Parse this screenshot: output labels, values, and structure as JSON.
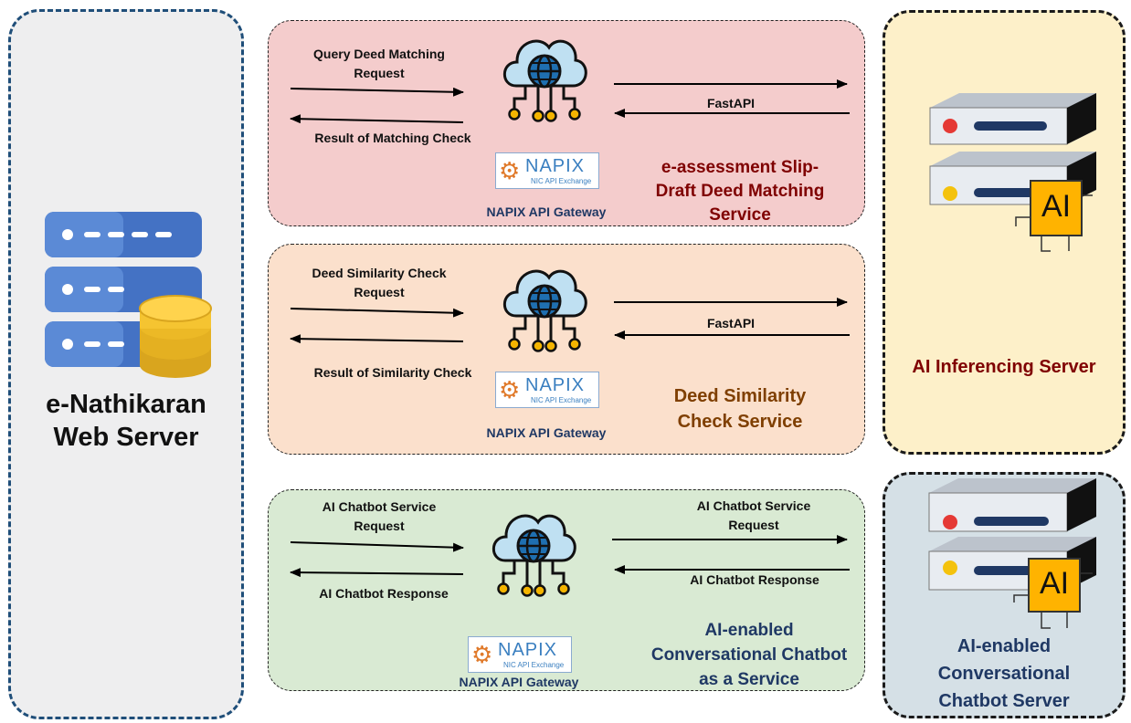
{
  "web_server": {
    "title_line1": "e-Nathikaran",
    "title_line2": "Web Server"
  },
  "services": [
    {
      "request_line1": "Query Deed Matching",
      "request_line2": "Request",
      "response_label": "Result of Matching Check",
      "api_label": "FastAPI",
      "gateway_label": "NAPIX API Gateway",
      "name_line1": "e-assessment Slip-",
      "name_line2": "Draft Deed Matching",
      "name_line3": "Service"
    },
    {
      "request_line1": "Deed Similarity Check",
      "request_line2": "Request",
      "response_label": "Result of Similarity Check",
      "api_label": "FastAPI",
      "gateway_label": "NAPIX API Gateway",
      "name_line1": "Deed Similarity",
      "name_line2": "Check Service"
    },
    {
      "request_line1": "AI Chatbot Service",
      "request_line2": "Request",
      "response_label": "AI Chatbot Response",
      "api_request_line1": "AI Chatbot Service",
      "api_request_line2": "Request",
      "api_response_label": "AI Chatbot Response",
      "gateway_label": "NAPIX API Gateway",
      "name_line1": "AI-enabled",
      "name_line2": "Conversational Chatbot",
      "name_line3": "as a Service"
    }
  ],
  "inference_server": {
    "title": "AI Inferencing Server",
    "badge": "AI"
  },
  "chatbot_server": {
    "title_line1": "AI-enabled",
    "title_line2": "Conversational",
    "title_line3": "Chatbot Server",
    "badge": "AI"
  },
  "napix_logo": {
    "word": "NAPIX",
    "caption": "NIC API Exchange"
  },
  "colors": {
    "web_server_bg": "#eeeeef",
    "web_server_border": "#1f4e79",
    "service1_bg": "#f4cccc",
    "service2_bg": "#fbe0cc",
    "service3_bg": "#d9ead3",
    "inference_bg": "#fdf0c9",
    "chatbot_bg": "#d5e0e6",
    "dark_red": "#7f0000",
    "brown": "#7f3f00",
    "navy": "#1f3864"
  }
}
